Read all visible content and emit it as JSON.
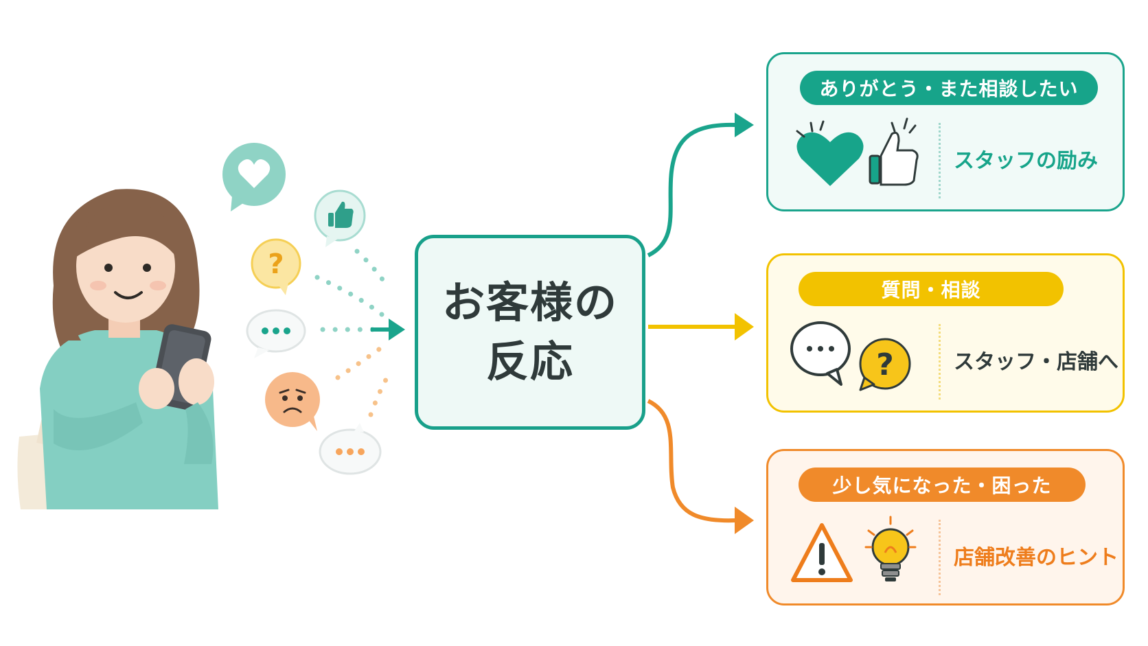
{
  "center": {
    "line1": "お客様の",
    "line2": "反応"
  },
  "categories": [
    {
      "label": "ありがとう・また相談したい",
      "result": "スタッフの励み",
      "color": "#17a48a",
      "icons": [
        "heart-icon",
        "thumbs-up-icon"
      ]
    },
    {
      "label": "質問・相談",
      "result": "スタッフ・店舗へ",
      "color": "#f2c200",
      "icons": [
        "speech-bubble-icon",
        "question-bubble-icon"
      ]
    },
    {
      "label": "少し気になった・困った",
      "result": "店舗改善のヒント",
      "color": "#f08a2a",
      "icons": [
        "warning-icon",
        "lightbulb-icon"
      ]
    }
  ],
  "reaction_bubbles": [
    "heart-bubble-icon",
    "thumbs-up-bubble-icon",
    "question-bubble-icon",
    "ellipsis-bubble-icon",
    "worried-face-icon",
    "ellipsis-bubble-icon"
  ]
}
